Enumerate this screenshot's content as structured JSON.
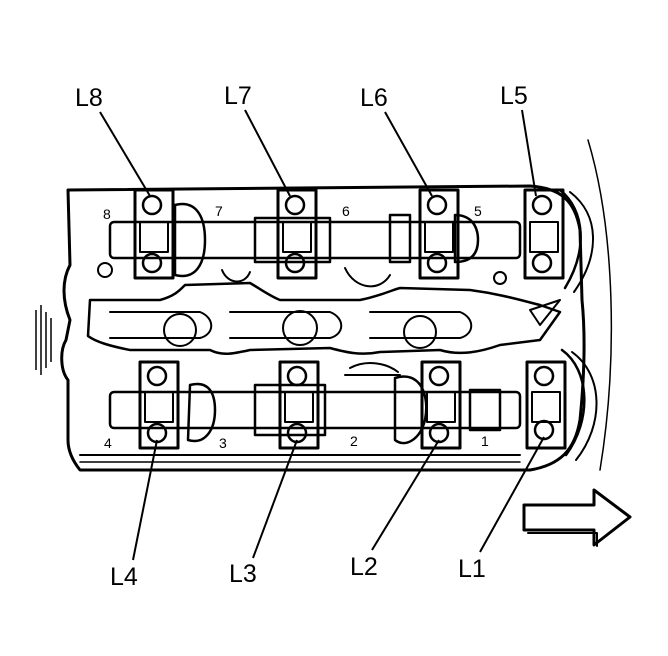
{
  "callouts": {
    "L1": "L1",
    "L2": "L2",
    "L3": "L3",
    "L4": "L4",
    "L5": "L5",
    "L6": "L6",
    "L7": "L7",
    "L8": "L8"
  },
  "upper_numbers": {
    "n5": "5",
    "n6": "6",
    "n7": "7",
    "n8": "8"
  },
  "lower_numbers": {
    "n1": "1",
    "n2": "2",
    "n3": "3",
    "n4": "4"
  },
  "arrow_icon": "right-arrow-icon",
  "colors": {
    "ink": "#000000",
    "paper": "#ffffff"
  }
}
